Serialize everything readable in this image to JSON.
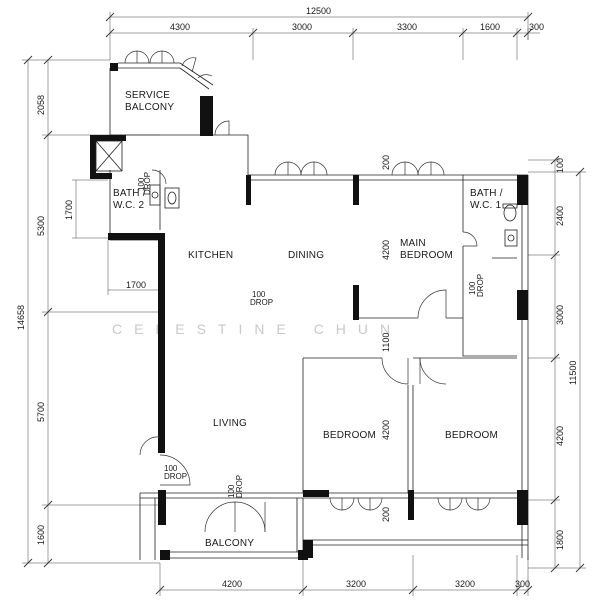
{
  "rooms": {
    "service_balcony": [
      "SERVICE",
      "BALCONY"
    ],
    "bath2": [
      "BATH /",
      "W.C. 2"
    ],
    "bath1": [
      "BATH /",
      "W.C. 1"
    ],
    "kitchen": "KITCHEN",
    "dining": "DINING",
    "main_bedroom": [
      "MAIN",
      "BEDROOM"
    ],
    "living": "LIVING",
    "bedroom_left": "BEDROOM",
    "bedroom_right": "BEDROOM",
    "balcony": "BALCONY"
  },
  "dimensions": {
    "overall_top": "12500",
    "top_segments": [
      "4300",
      "3000",
      "3300",
      "1600",
      "300"
    ],
    "left_overall": "14658",
    "left_segments": [
      "2058",
      "5300",
      "5700",
      "1600"
    ],
    "bath2_height": "1700",
    "bath2_width": "1700",
    "right_overall": "11500",
    "right_segments": [
      "100",
      "2400",
      "3000",
      "4200",
      "1800"
    ],
    "bottom_segments": [
      "4200",
      "3200",
      "3200",
      "300"
    ],
    "main_bedroom_height": "4200",
    "corridor_width": "1100",
    "bedroom_height": "4200",
    "top_door_width": "200",
    "bottom_door_width": "200"
  },
  "drops": {
    "bath2_drop": [
      "100",
      "DROP"
    ],
    "kitchen_drop": [
      "100",
      "DROP"
    ],
    "bath1_drop": [
      "100",
      "DROP"
    ],
    "living_drop": [
      "100",
      "DROP"
    ],
    "balcony_drop": [
      "100",
      "DROP"
    ]
  },
  "watermark": "CELESTINE CHUN"
}
